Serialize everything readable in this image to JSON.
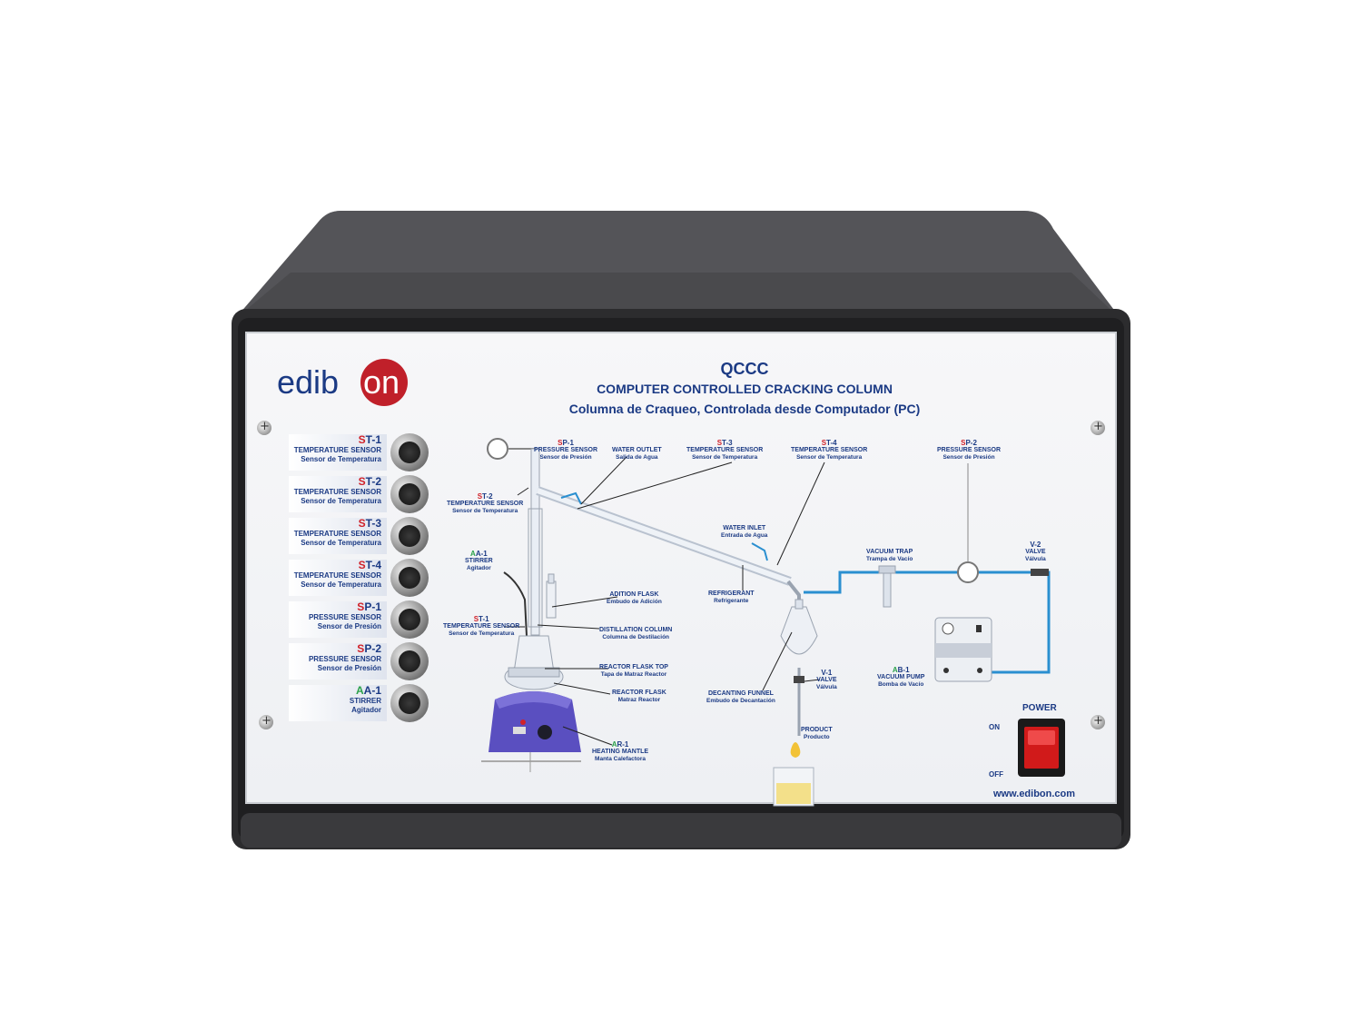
{
  "brand": {
    "logo_text_left": "edib",
    "logo_text_right": "on",
    "website": "www.edibon.com"
  },
  "header": {
    "code": "QCCC",
    "title_en": "COMPUTER CONTROLLED CRACKING COLUMN",
    "title_es": "Columna de Craqueo, Controlada desde Computador (PC)"
  },
  "sensors": [
    {
      "tag_prefix": "S",
      "tag_rest": "T-1",
      "en": "TEMPERATURE SENSOR",
      "es": "Sensor de Temperatura"
    },
    {
      "tag_prefix": "S",
      "tag_rest": "T-2",
      "en": "TEMPERATURE SENSOR",
      "es": "Sensor de Temperatura"
    },
    {
      "tag_prefix": "S",
      "tag_rest": "T-3",
      "en": "TEMPERATURE SENSOR",
      "es": "Sensor de Temperatura"
    },
    {
      "tag_prefix": "S",
      "tag_rest": "T-4",
      "en": "TEMPERATURE SENSOR",
      "es": "Sensor de Temperatura"
    },
    {
      "tag_prefix": "S",
      "tag_rest": "P-1",
      "en": "PRESSURE SENSOR",
      "es": "Sensor de Presión"
    },
    {
      "tag_prefix": "S",
      "tag_rest": "P-2",
      "en": "PRESSURE SENSOR",
      "es": "Sensor de Presión"
    },
    {
      "tag_prefix": "A",
      "tag_rest": "A-1",
      "en": "STIRRER",
      "es": "Agitador"
    }
  ],
  "diagram": {
    "sp1": {
      "p": "S",
      "r": "P-1",
      "en": "PRESSURE SENSOR",
      "es": "Sensor de Presión"
    },
    "water_outlet": {
      "en": "WATER OUTLET",
      "es": "Salida de Agua"
    },
    "st3": {
      "p": "S",
      "r": "T-3",
      "en": "TEMPERATURE SENSOR",
      "es": "Sensor de Temperatura"
    },
    "st4": {
      "p": "S",
      "r": "T-4",
      "en": "TEMPERATURE SENSOR",
      "es": "Sensor de Temperatura"
    },
    "sp2": {
      "p": "S",
      "r": "P-2",
      "en": "PRESSURE SENSOR",
      "es": "Sensor de Presión"
    },
    "st2": {
      "p": "S",
      "r": "T-2",
      "en": "TEMPERATURE SENSOR",
      "es": "Sensor de Temperatura"
    },
    "water_inlet": {
      "en": "WATER INLET",
      "es": "Entrada de Agua"
    },
    "vacuum_trap": {
      "en": "VACUUM TRAP",
      "es": "Trampa de Vacío"
    },
    "v2": {
      "r": "V-2",
      "en": "VALVE",
      "es": "Válvula"
    },
    "aa1": {
      "p": "A",
      "r": "A-1",
      "en": "STIRRER",
      "es": "Agitador"
    },
    "adition_flask": {
      "en": "ADITION FLASK",
      "es": "Embudo de Adición"
    },
    "refrigerant": {
      "en": "REFRIGERANT",
      "es": "Refrigerante"
    },
    "st1": {
      "p": "S",
      "r": "T-1",
      "en": "TEMPERATURE SENSOR",
      "es": "Sensor de Temperatura"
    },
    "distillation_column": {
      "en": "DISTILLATION COLUMN",
      "es": "Columna de Destilación"
    },
    "reactor_flask_top": {
      "en": "REACTOR FLASK TOP",
      "es": "Tapa de Matraz Reactor"
    },
    "v1": {
      "r": "V-1",
      "en": "VALVE",
      "es": "Válvula"
    },
    "ab1": {
      "p": "A",
      "r": "B-1",
      "en": "VACUUM PUMP",
      "es": "Bomba de Vacío"
    },
    "reactor_flask": {
      "en": "REACTOR FLASK",
      "es": "Matraz Reactor"
    },
    "decanting_funnel": {
      "en": "DECANTING FUNNEL",
      "es": "Embudo de Decantación"
    },
    "product": {
      "en": "PRODUCT",
      "es": "Producto"
    },
    "ar1": {
      "p": "A",
      "r": "R-1",
      "en": "HEATING MANTLE",
      "es": "Manta Calefactora"
    }
  },
  "power": {
    "label": "POWER",
    "on": "ON",
    "off": "OFF"
  },
  "colors": {
    "navy": "#1b3a84",
    "red": "#d0222a",
    "green": "#2aa14a",
    "logo_red": "#c0202a",
    "pipe_blue": "#2a8fd0"
  }
}
